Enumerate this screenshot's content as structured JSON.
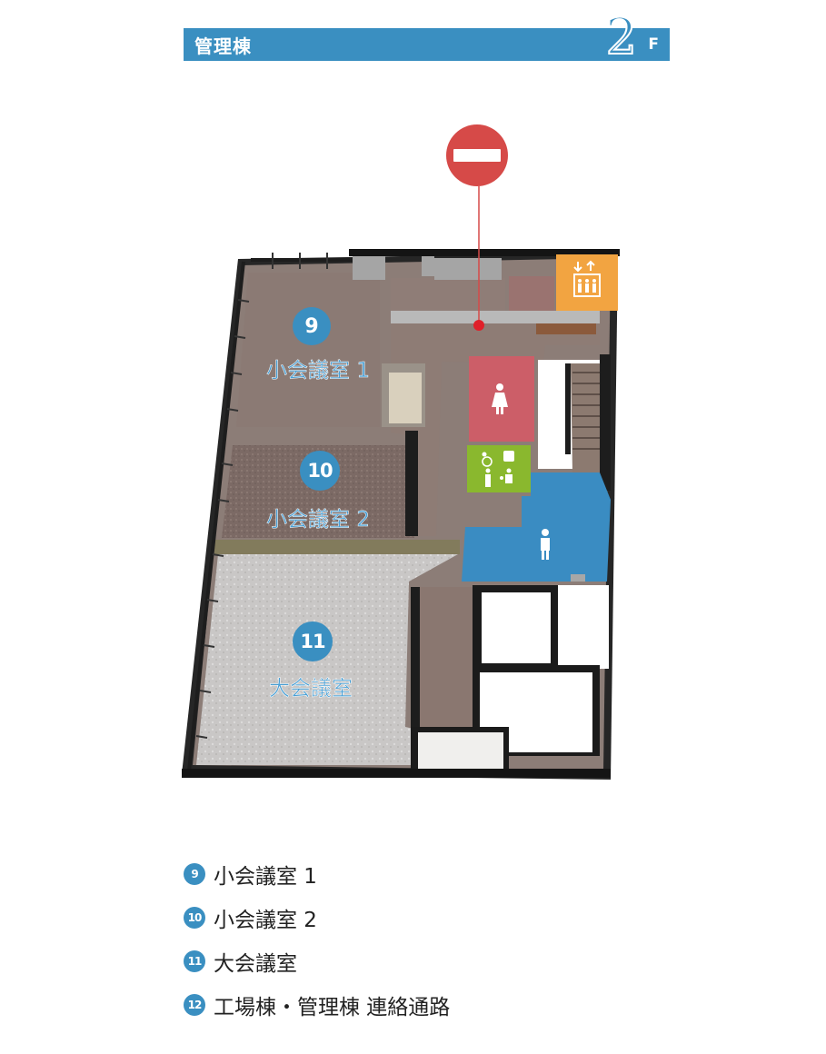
{
  "header": {
    "building": "管理棟",
    "floor_number": "2",
    "floor_suffix": "F"
  },
  "map": {
    "rooms": [
      {
        "number": "9",
        "name": "小会議室 1"
      },
      {
        "number": "10",
        "name": "小会議室 2"
      },
      {
        "number": "11",
        "name": "大会議室"
      }
    ],
    "colors": {
      "accent": "#3a8fc1",
      "womens_restroom": "#cc5e68",
      "mens_restroom": "#3a8cc2",
      "accessible_restroom": "#8ab82e",
      "elevator": "#f2a441",
      "no_entry": "#d64a48"
    },
    "icons": [
      "no-entry-icon",
      "elevator-icon",
      "female-icon",
      "wheelchair-icon",
      "ostomate-icon",
      "elderly-icon",
      "parent-child-icon",
      "male-icon"
    ]
  },
  "legend": [
    {
      "number": "9",
      "label": "小会議室 1"
    },
    {
      "number": "10",
      "label": "小会議室 2"
    },
    {
      "number": "11",
      "label": "大会議室"
    },
    {
      "number": "12",
      "label": "工場棟・管理棟 連絡通路"
    }
  ]
}
